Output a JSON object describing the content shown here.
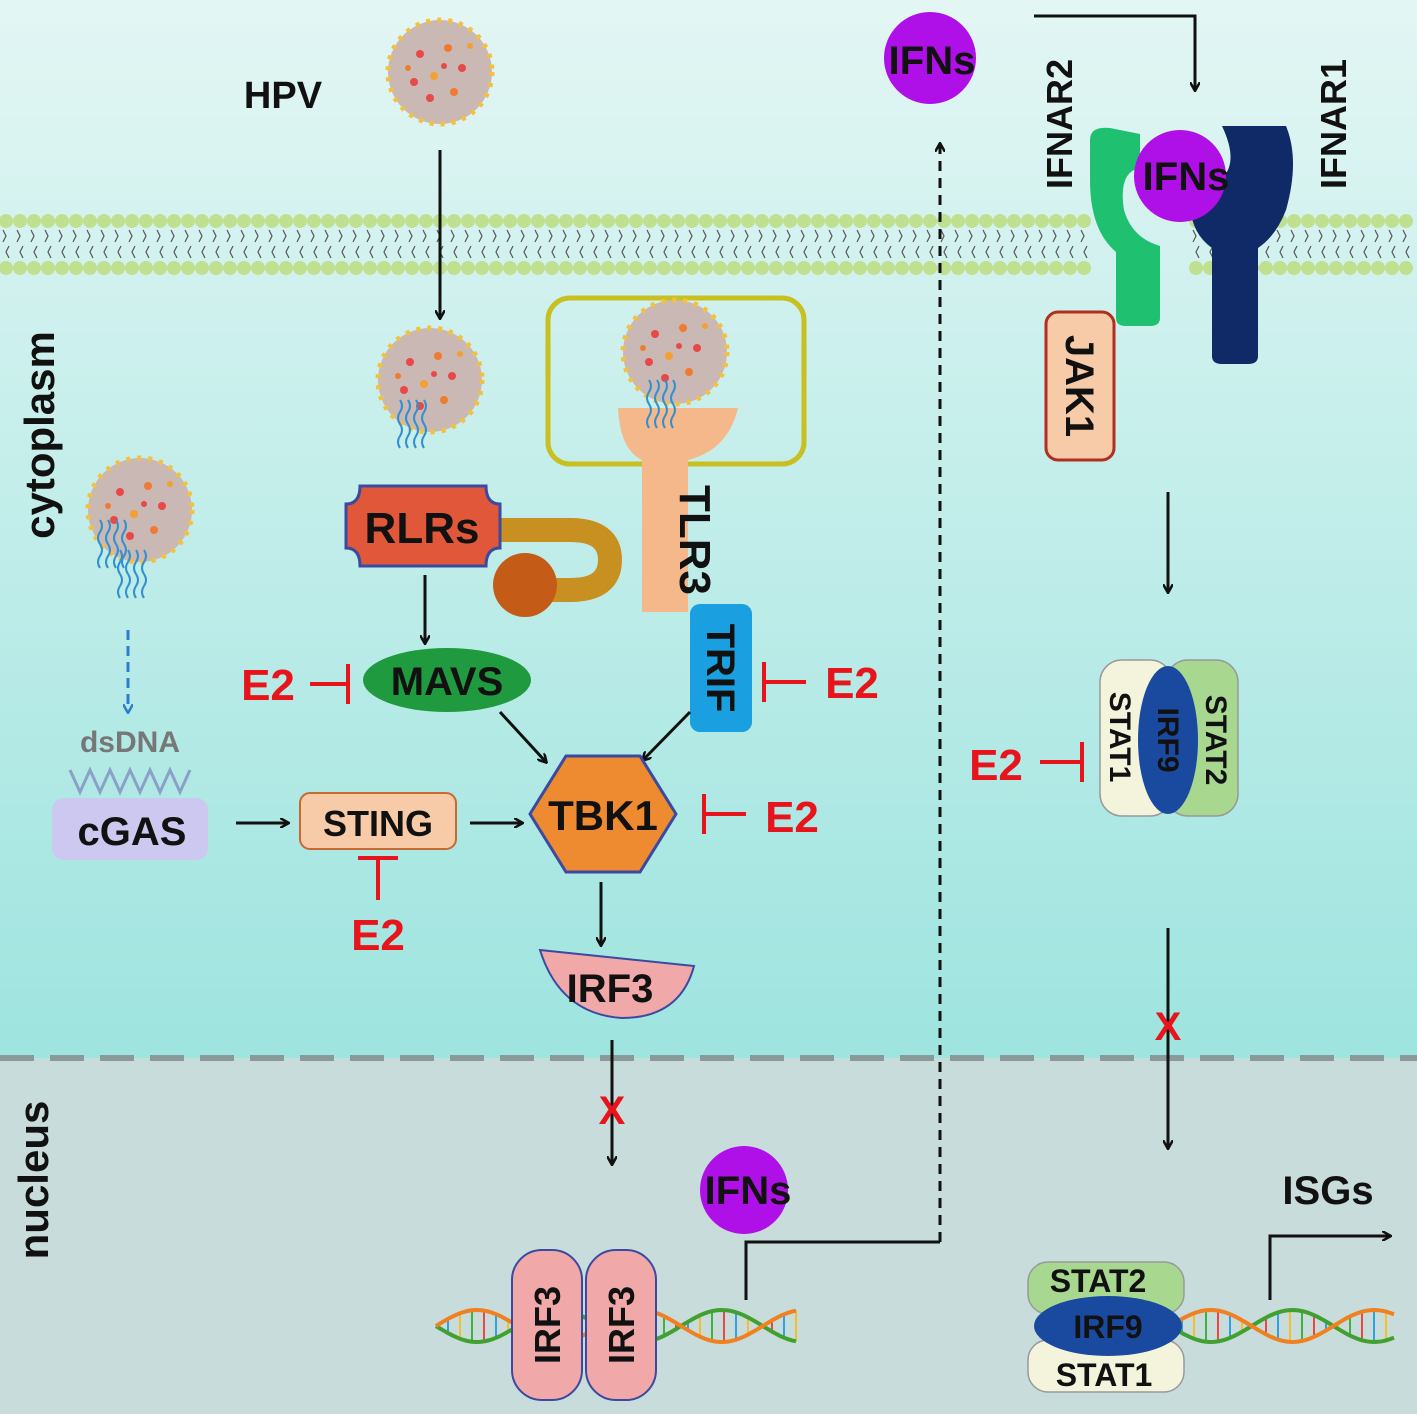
{
  "colors": {
    "membrane_bead": "#bfe08f",
    "cytoplasm_top": "#e3f6f4",
    "cytoplasm_bottom": "#9ee4df",
    "nucleus": "#c8dcdc",
    "inhibitor": "#e8141c",
    "ifn": "#b010e8",
    "rlrs": "#e0573a",
    "mavs": "#1f9a3f",
    "trif": "#1aa0e0",
    "tbk1": "#ee8a30",
    "tlr3": "#f5b88a",
    "irf3": "#f0a8a8",
    "irf9": "#1a4aa0",
    "stat1": "#f4f4dc",
    "stat2": "#a8d890",
    "ifnar2": "#1fc070",
    "ifnar1": "#0f2a66",
    "sting": "#f7caa8",
    "cgas": "#ccc8f0"
  },
  "compartments": {
    "cytoplasm": "cytoplasm",
    "nucleus": "nucleus"
  },
  "virus": {
    "label": "HPV"
  },
  "sensors": {
    "rlrs": "RLRs",
    "tlr3": "TLR3",
    "trif": "TRIF",
    "mavs": "MAVS",
    "dsdna": "dsDNA",
    "cgas": "cGAS",
    "sting": "STING",
    "tbk1": "TBK1",
    "irf3": "IRF3"
  },
  "inhibitor": {
    "label": "E2"
  },
  "interferon": {
    "label": "IFNs"
  },
  "receptors": {
    "ifnar2": "IFNAR2",
    "ifnar1": "IFNAR1",
    "jak1": "JAK1"
  },
  "complex": {
    "stat1": "STAT1",
    "stat2": "STAT2",
    "irf9": "IRF9"
  },
  "output": {
    "isgs": "ISGs"
  },
  "blocked_mark": "X"
}
